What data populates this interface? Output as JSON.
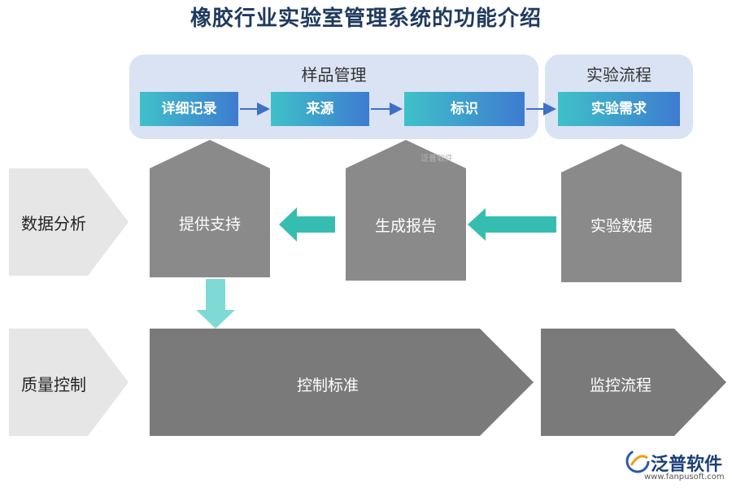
{
  "title": "橡胶行业实验室管理系统的功能介绍",
  "sample_management": {
    "title": "样品管理",
    "steps": [
      "详细记录",
      "来源",
      "标识"
    ]
  },
  "experiment_process": {
    "title": "实验流程",
    "steps": [
      "实验需求"
    ]
  },
  "rows": {
    "data_analysis": {
      "label": "数据分析",
      "blocks": [
        "提供支持",
        "生成报告",
        "实验数据"
      ]
    },
    "quality_control": {
      "label": "质量控制",
      "blocks": [
        "控制标准",
        "监控流程"
      ]
    }
  },
  "watermark": "泛普软件",
  "logo": {
    "name": "泛普软件",
    "url": "www.fanpusoft.com"
  },
  "colors": {
    "panel_bg": "#d9e3f4",
    "step_gradient_start": "#3fc1c9",
    "step_gradient_end": "#3e7bd0",
    "block_gray": "#8a8a8a",
    "chevron_gray": "#7a7a7a",
    "side_chevron": "#e6e6e6",
    "teal_arrow": "#36bdb1",
    "light_teal_arrow": "#7fdad6"
  }
}
